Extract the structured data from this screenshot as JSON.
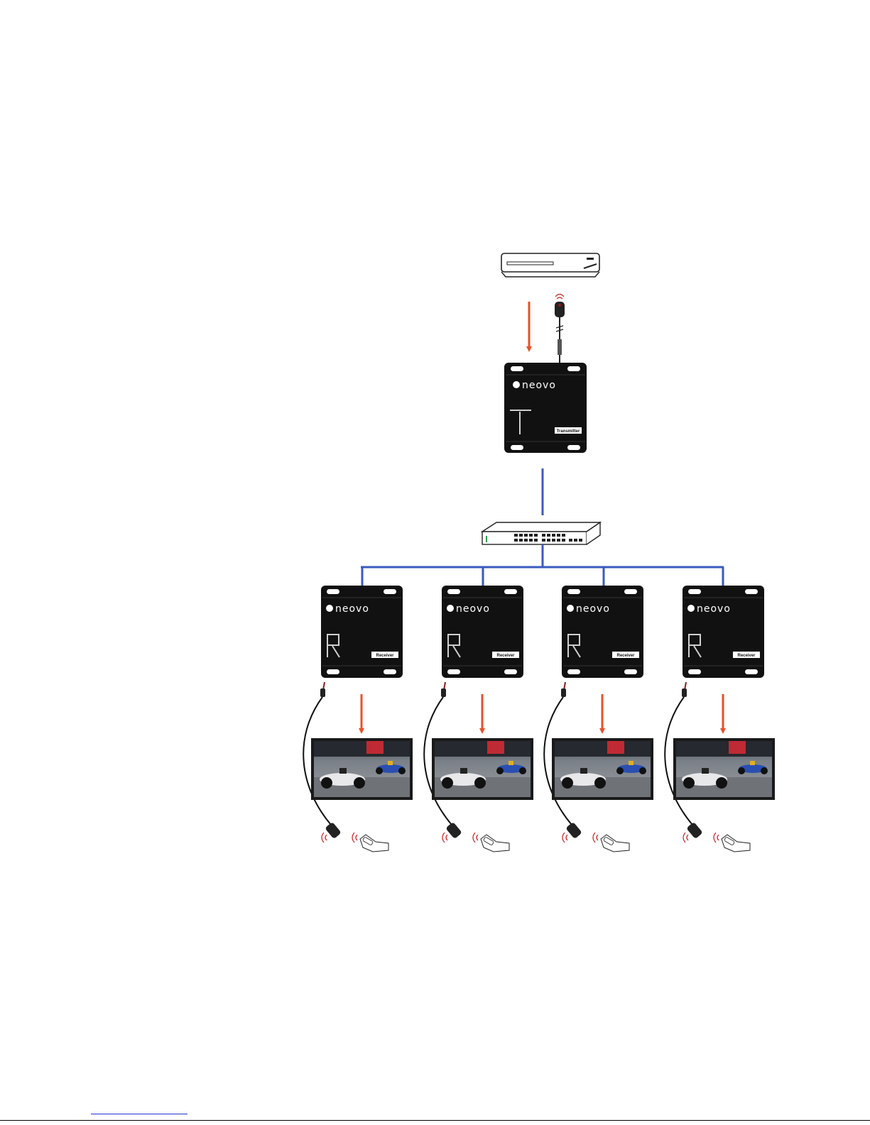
{
  "diagram": {
    "brand": "neovo",
    "transmitter": {
      "label": "Transmitter"
    },
    "receivers": [
      {
        "label": "Receiver"
      },
      {
        "label": "Receiver"
      },
      {
        "label": "Receiver"
      },
      {
        "label": "Receiver"
      }
    ],
    "colors": {
      "video_arrow": "#e8512a",
      "network_line": "#3a5bbf",
      "device_body": "#111111",
      "ir_signal": "#cc2222"
    },
    "icons": {
      "source": "media-player-icon",
      "ir_receiver": "ir-receiver-icon",
      "network": "network-switch-icon",
      "display": "display-icon",
      "remote": "remote-control-icon"
    }
  }
}
